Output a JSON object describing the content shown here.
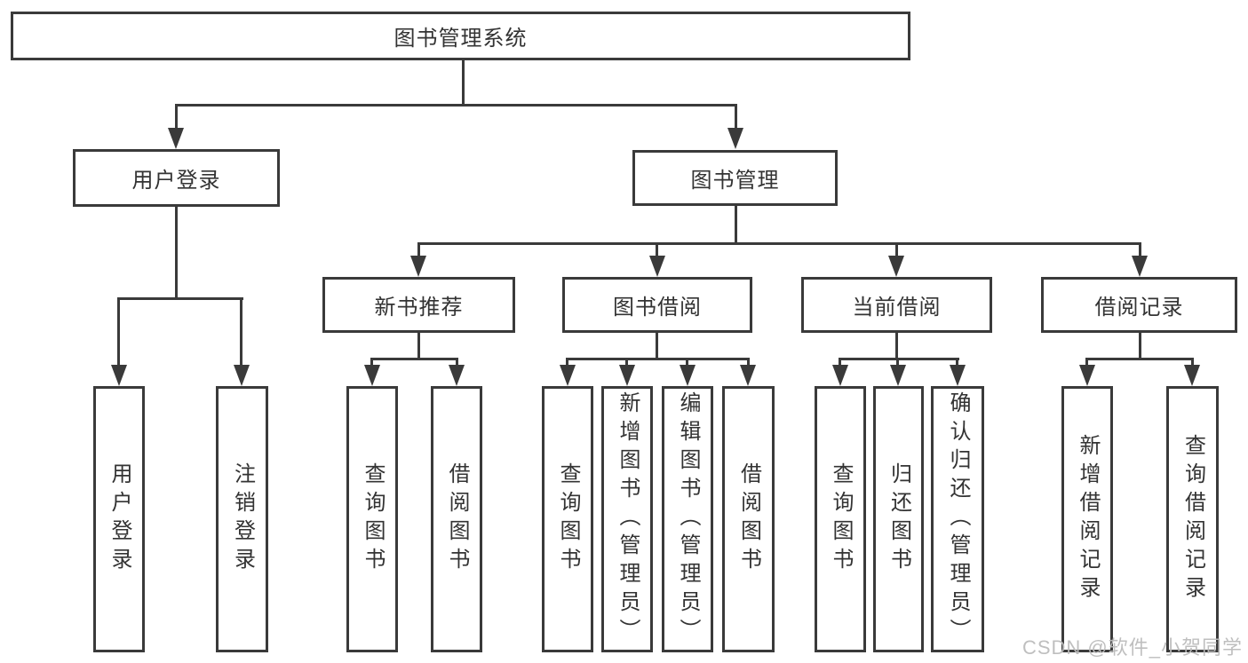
{
  "diagram": {
    "root": {
      "label": "图书管理系统"
    },
    "level2": [
      {
        "label": "用户登录"
      },
      {
        "label": "图书管理"
      }
    ],
    "level3": [
      {
        "label": "新书推荐",
        "parent": "图书管理"
      },
      {
        "label": "图书借阅",
        "parent": "图书管理"
      },
      {
        "label": "当前借阅",
        "parent": "图书管理"
      },
      {
        "label": "借阅记录",
        "parent": "图书管理"
      }
    ],
    "leaves": [
      {
        "label": "用户登录",
        "parent": "用户登录"
      },
      {
        "label": "注销登录",
        "parent": "用户登录"
      },
      {
        "label": "查询图书",
        "parent": "新书推荐"
      },
      {
        "label": "借阅图书",
        "parent": "新书推荐"
      },
      {
        "label": "查询图书",
        "parent": "图书借阅"
      },
      {
        "label": "新增图书（管理员）",
        "parent": "图书借阅"
      },
      {
        "label": "编辑图书（管理员）",
        "parent": "图书借阅"
      },
      {
        "label": "借阅图书",
        "parent": "图书借阅"
      },
      {
        "label": "查询图书",
        "parent": "当前借阅"
      },
      {
        "label": "归还图书",
        "parent": "当前借阅"
      },
      {
        "label": "确认归还（管理员）",
        "parent": "当前借阅"
      },
      {
        "label": "新增借阅记录",
        "parent": "借阅记录"
      },
      {
        "label": "查询借阅记录",
        "parent": "借阅记录"
      }
    ],
    "colors": {
      "line": "#3a3a3a",
      "text": "#333333",
      "box_background": "#ffffff"
    }
  },
  "watermark": {
    "text": "CSDN @软件_小贺同学",
    "color": "#bcbcbc"
  }
}
